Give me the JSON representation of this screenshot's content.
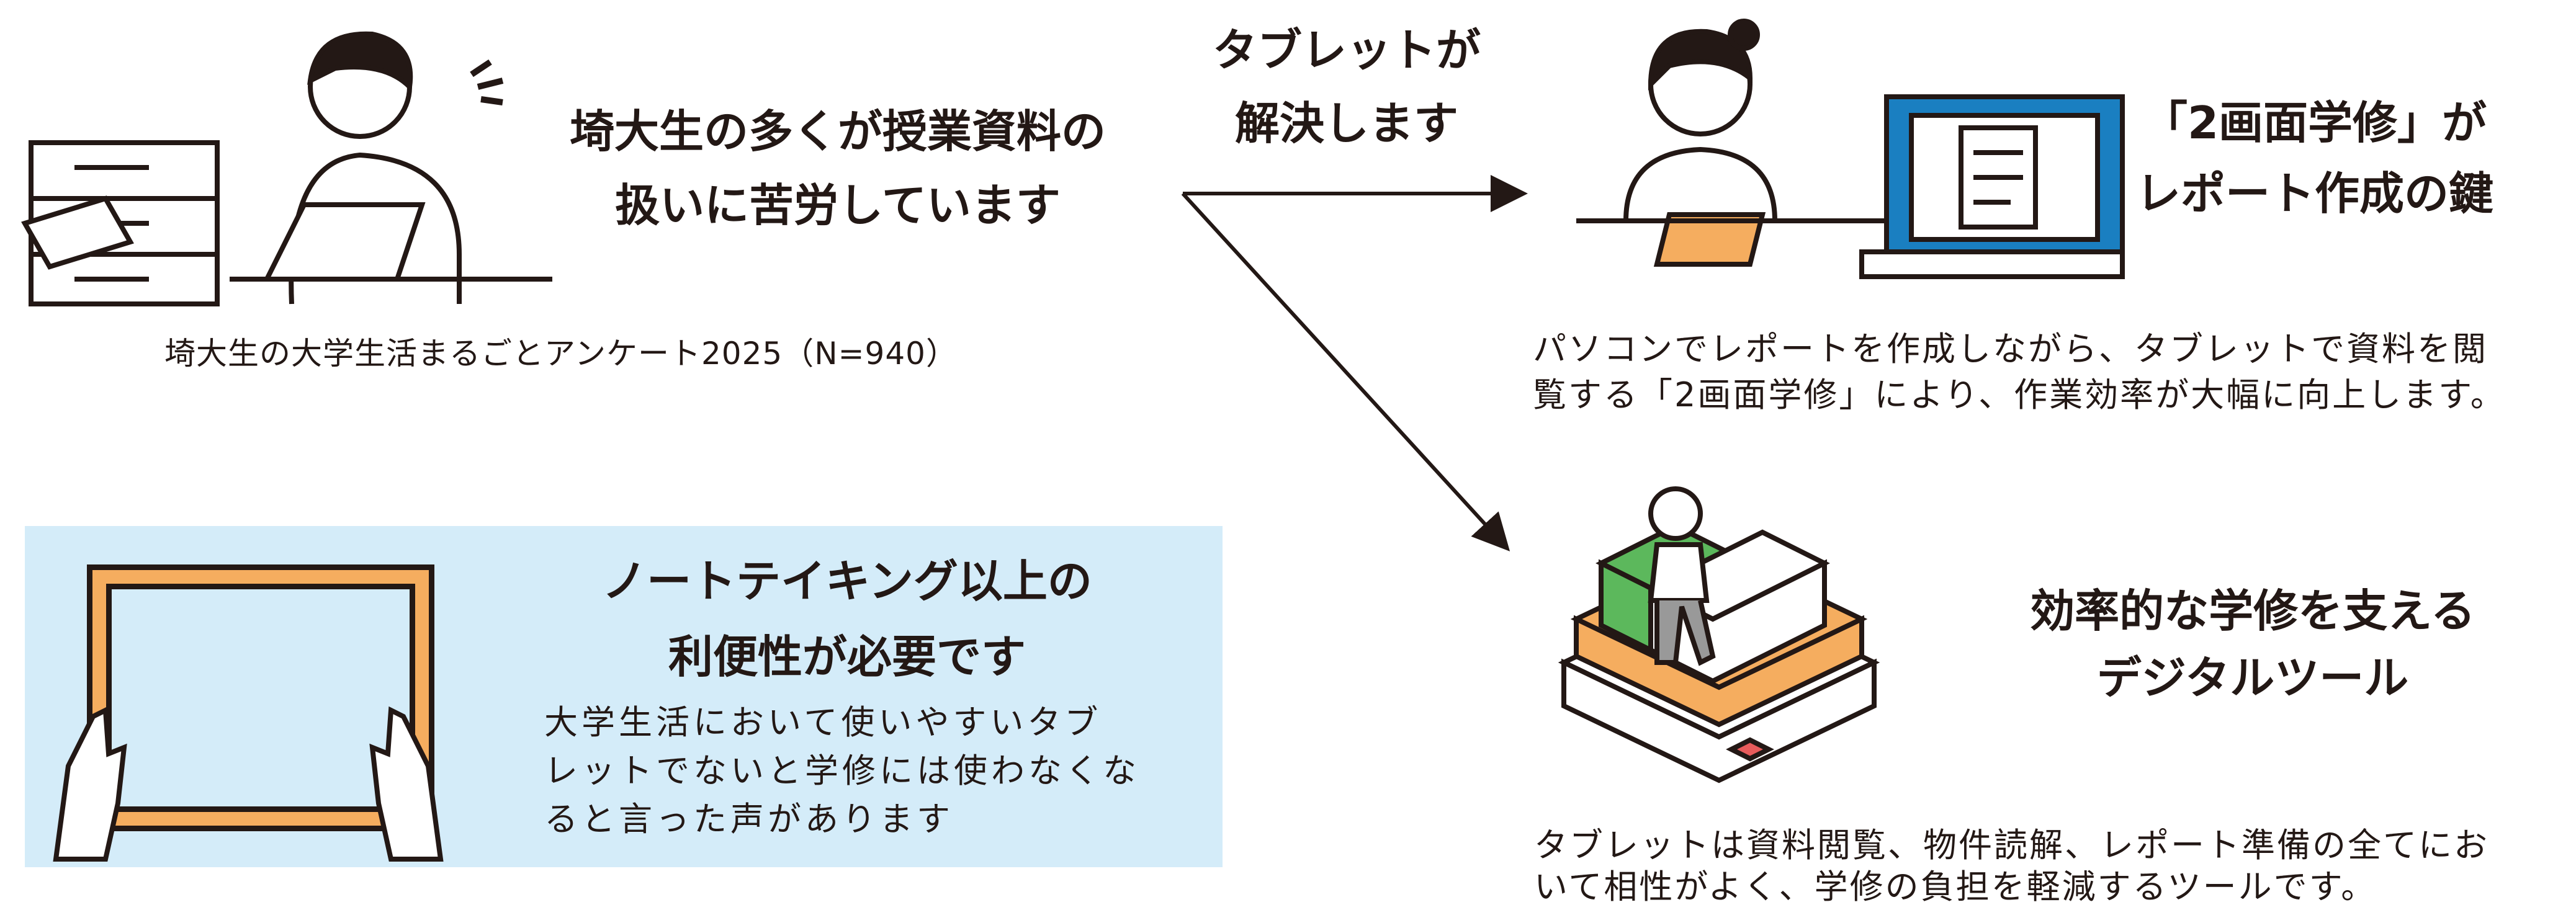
{
  "problem": {
    "heading_line1": "埼大生の多くが授業資料の",
    "heading_line2": "扱いに苦労しています",
    "caption": "埼大生の大学生活まるごとアンケート2025（N=940）"
  },
  "arrow_label": {
    "line1": "タブレットが",
    "line2": "解決します"
  },
  "solution_dual_screen": {
    "heading_line1": "「2画面学修」が",
    "heading_line2": "レポート作成の鍵",
    "text_line1": "パソコンでレポートを作成しながら、タブレットで資料を閲",
    "text_line2": "覧する「2画面学修」により、作業効率が大幅に向上します。"
  },
  "solution_digital_tool": {
    "heading_line1": "効率的な学修を支える",
    "heading_line2": "デジタルツール",
    "text_line1": "タブレットは資料閲覧、物件読解、レポート準備の全てにお",
    "text_line2": "いて相性がよく、学修の負担を軽減するツールです。"
  },
  "requirement_box": {
    "heading_line1": "ノートテイキング以上の",
    "heading_line2": "利便性が必要です",
    "text_line1": "大学生活において使いやすいタブ",
    "text_line2": "レットでないと学修には使わなくな",
    "text_line3": "ると言った声があります"
  },
  "colors": {
    "box_bg": "#d4ecf9",
    "orange": "#f5ad5f",
    "green": "#5cb85c",
    "screen_blue": "#1a7fc1",
    "red": "#e85b5b",
    "ink": "#231815"
  }
}
